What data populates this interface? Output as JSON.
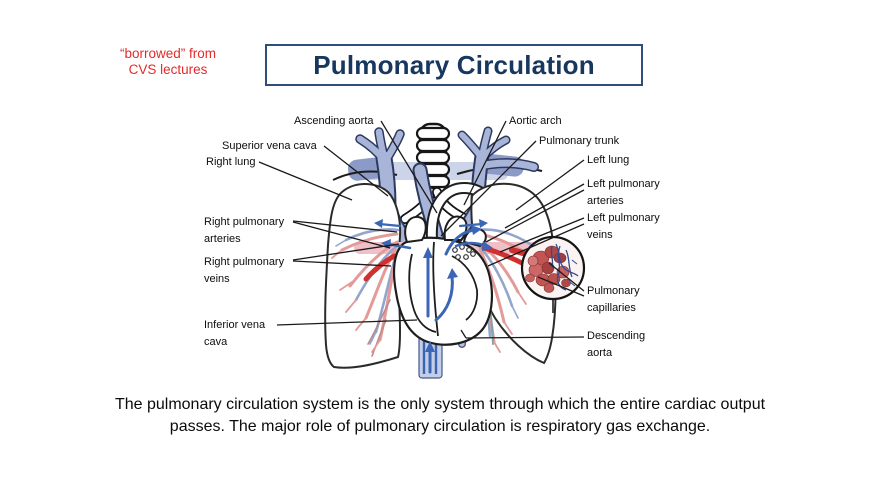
{
  "slide": {
    "note": {
      "line1": "“borrowed” from",
      "line2": "CVS lectures"
    },
    "title": "Pulmonary Circulation",
    "caption": "The pulmonary circulation system is the only system through which the entire cardiac output passes. The major role of pulmonary circulation is respiratory gas exchange.",
    "colors": {
      "note_red": "#e32b2b",
      "title_text": "#17375e",
      "title_border": "#2e4d7b",
      "vessel_blue": "#a9b5d8",
      "vessel_outline": "#2c3a60",
      "artery_red": "#d03030",
      "vein_salmon": "#e59a9a",
      "arrow_blue": "#3b66b5",
      "pink_band": "#f0c0c8",
      "capillary_red": "#c25454",
      "capillary_blue": "#2d4c92",
      "line_black": "#1a1a1a"
    }
  },
  "diagram": {
    "labels": [
      {
        "id": "ascending-aorta",
        "text": "Ascending aorta"
      },
      {
        "id": "superior-vena-cava",
        "text": "Superior vena cava"
      },
      {
        "id": "right-lung",
        "text": "Right lung"
      },
      {
        "id": "right-pulmonary-arteries",
        "text": "Right pulmonary arteries"
      },
      {
        "id": "right-pulmonary-veins",
        "text": "Right pulmonary veins"
      },
      {
        "id": "inferior-vena-cava",
        "text": "Inferior vena cava"
      },
      {
        "id": "aortic-arch",
        "text": "Aortic arch"
      },
      {
        "id": "pulmonary-trunk",
        "text": "Pulmonary trunk"
      },
      {
        "id": "left-lung",
        "text": "Left lung"
      },
      {
        "id": "left-pulmonary-arteries",
        "text": "Left pulmonary arteries"
      },
      {
        "id": "left-pulmonary-veins",
        "text": "Left pulmonary veins"
      },
      {
        "id": "pulmonary-capillaries",
        "text": "Pulmonary capillaries"
      },
      {
        "id": "descending-aorta",
        "text": "Descending aorta"
      }
    ]
  }
}
